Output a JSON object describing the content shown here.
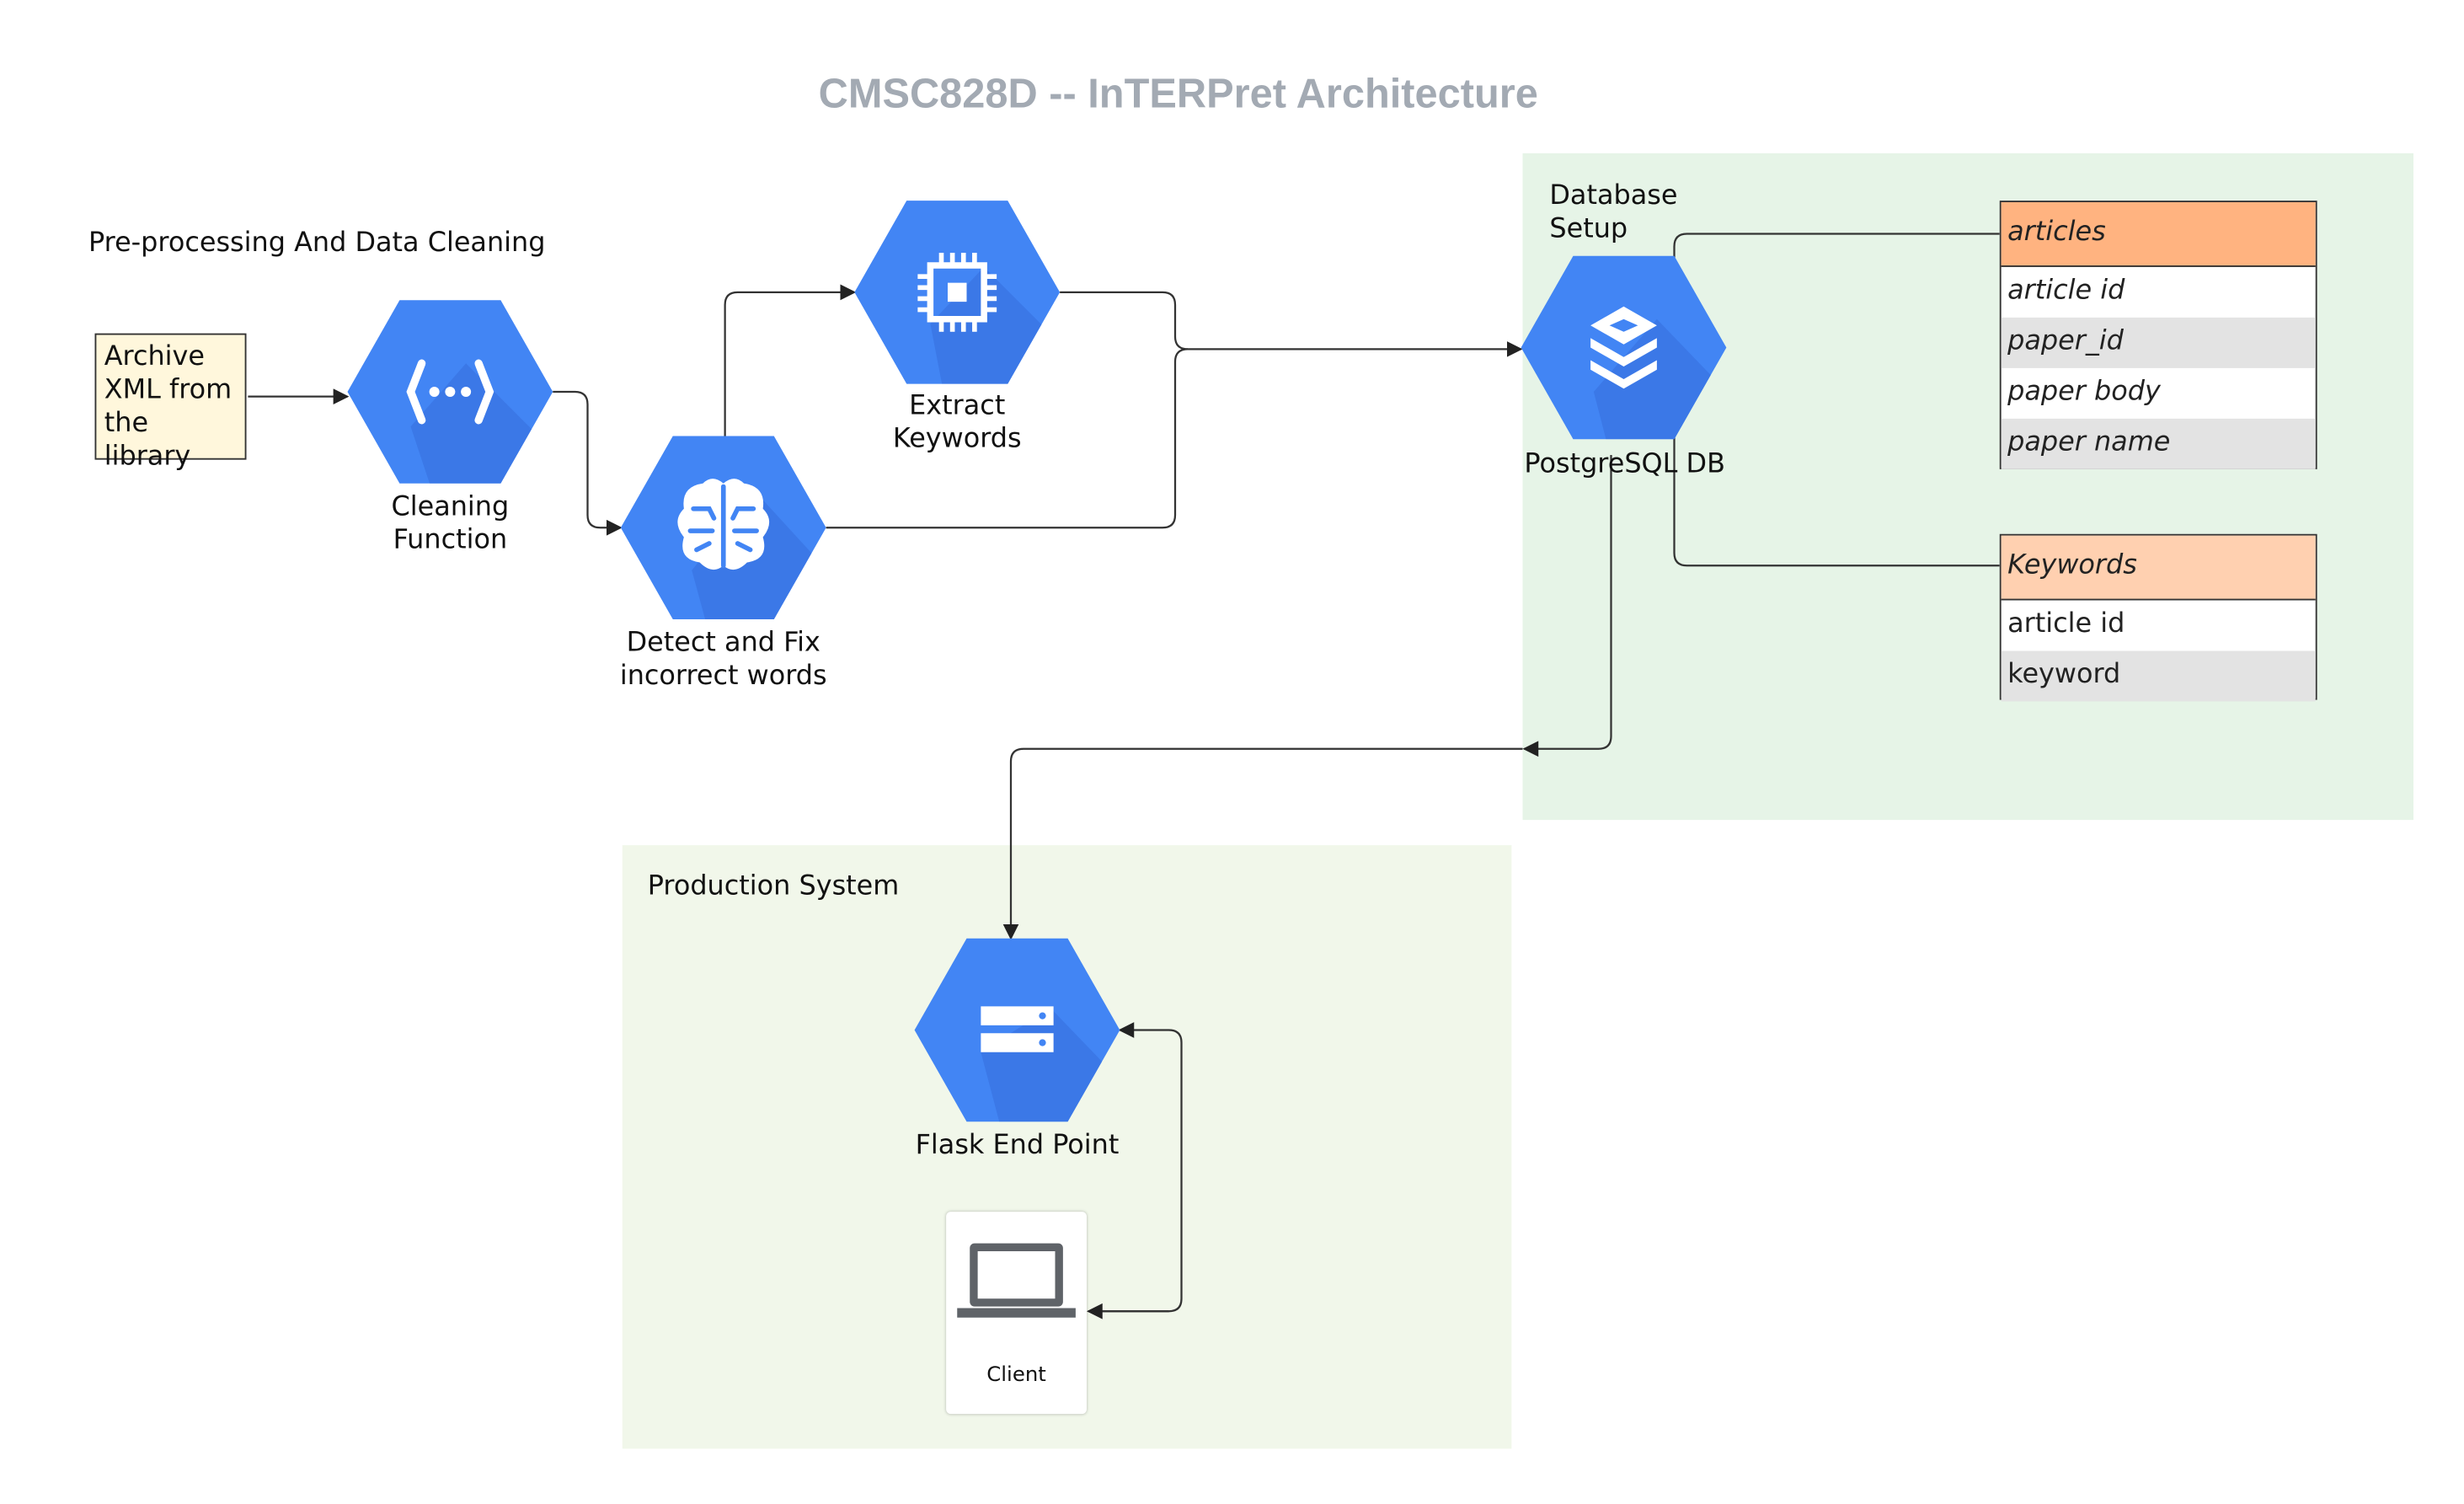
{
  "title": "CMSC828D -- InTERPret Architecture",
  "zones": {
    "preprocessing": "Pre-processing And Data Cleaning",
    "database": "Database\nSetup",
    "production": "Production System"
  },
  "archive": "Archive\nXML from\nthe library",
  "nodes": {
    "cleaning": "Cleaning\nFunction",
    "detect": "Detect and Fix\nincorrect words",
    "extract": "Extract\nKeywords",
    "postgres": "PostgreSQL DB",
    "flask": "Flask End Point",
    "client": "Client"
  },
  "tables": {
    "articles": {
      "name": "articles",
      "rows": [
        "article id",
        "paper_id",
        "paper body",
        "paper name"
      ]
    },
    "keywords": {
      "name": "Keywords",
      "rows": [
        "article id",
        "keyword"
      ]
    }
  },
  "colors": {
    "hex_blue": "#4285f4",
    "hex_shadow": "#3b78e7",
    "zone_db": "#e6f4e7",
    "zone_prod": "#f1f7ea",
    "articles_header": "#ffb380",
    "keywords_header": "#ffd0b0",
    "archive_fill": "#fff7dc",
    "title": "#a3aab3"
  },
  "icons": {
    "cleaning": "cloud-functions-icon",
    "detect": "brain-icon",
    "extract": "chip-icon",
    "postgres": "database-stack-icon",
    "flask": "server-icon",
    "client": "laptop-icon"
  }
}
